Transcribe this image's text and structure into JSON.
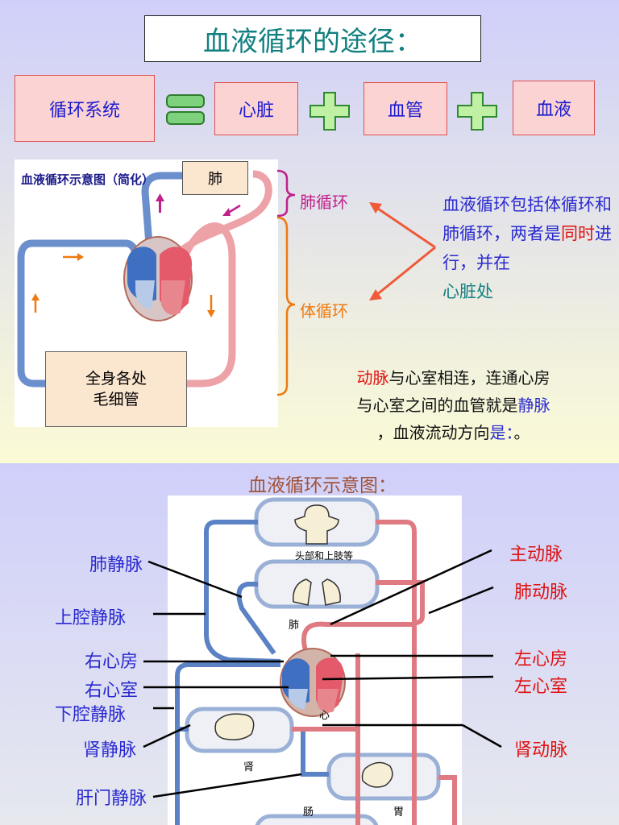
{
  "slide1": {
    "title": "血液循环的途径：",
    "equation": {
      "total": "循环系统",
      "term1": "心脏",
      "term2": "血管",
      "term3": "血液"
    },
    "diagram": {
      "caption": "血液循环示意图（简化）",
      "lung": "肺",
      "body": "全身各处\n毛细管",
      "pulmonary": "肺循环",
      "systemic": "体循环"
    },
    "note_blue": {
      "line1": "血液循环包括体循环和",
      "line2a": "肺循环，两者是",
      "line2b": "同时",
      "line2c": "进",
      "line3": "行，并在",
      "line4": "心脏处"
    },
    "note_black": {
      "line1a": "动脉",
      "line1b": "与心室相连，连通心房",
      "line2a": "与心室之间的血管就是",
      "line2b": "静脉",
      "line3a": "，血液流动方向",
      "line3b": "是：",
      "line3c": "。"
    }
  },
  "slide2": {
    "title": "血液循环示意图：",
    "left_labels": [
      "肺静脉",
      "上腔静脉",
      "右心房",
      "右心室",
      "下腔静脉",
      "肾静脉",
      "肝门静脉"
    ],
    "right_labels": [
      "主动脉",
      "肺动脉",
      "左心房",
      "左心室",
      "肾动脉"
    ],
    "organs": {
      "brain": "头部和上肢等",
      "lung": "肺",
      "heart": "心",
      "kidney": "肾",
      "intestine": "肠",
      "stomach": "胃"
    }
  },
  "colors": {
    "title_teal": "#138080",
    "blue_text": "#2a2ad0",
    "red_text": "#e01010",
    "vein_blue": "#5a82c4",
    "artery_red": "#e07a82",
    "plus_green": "#2ea82e"
  }
}
